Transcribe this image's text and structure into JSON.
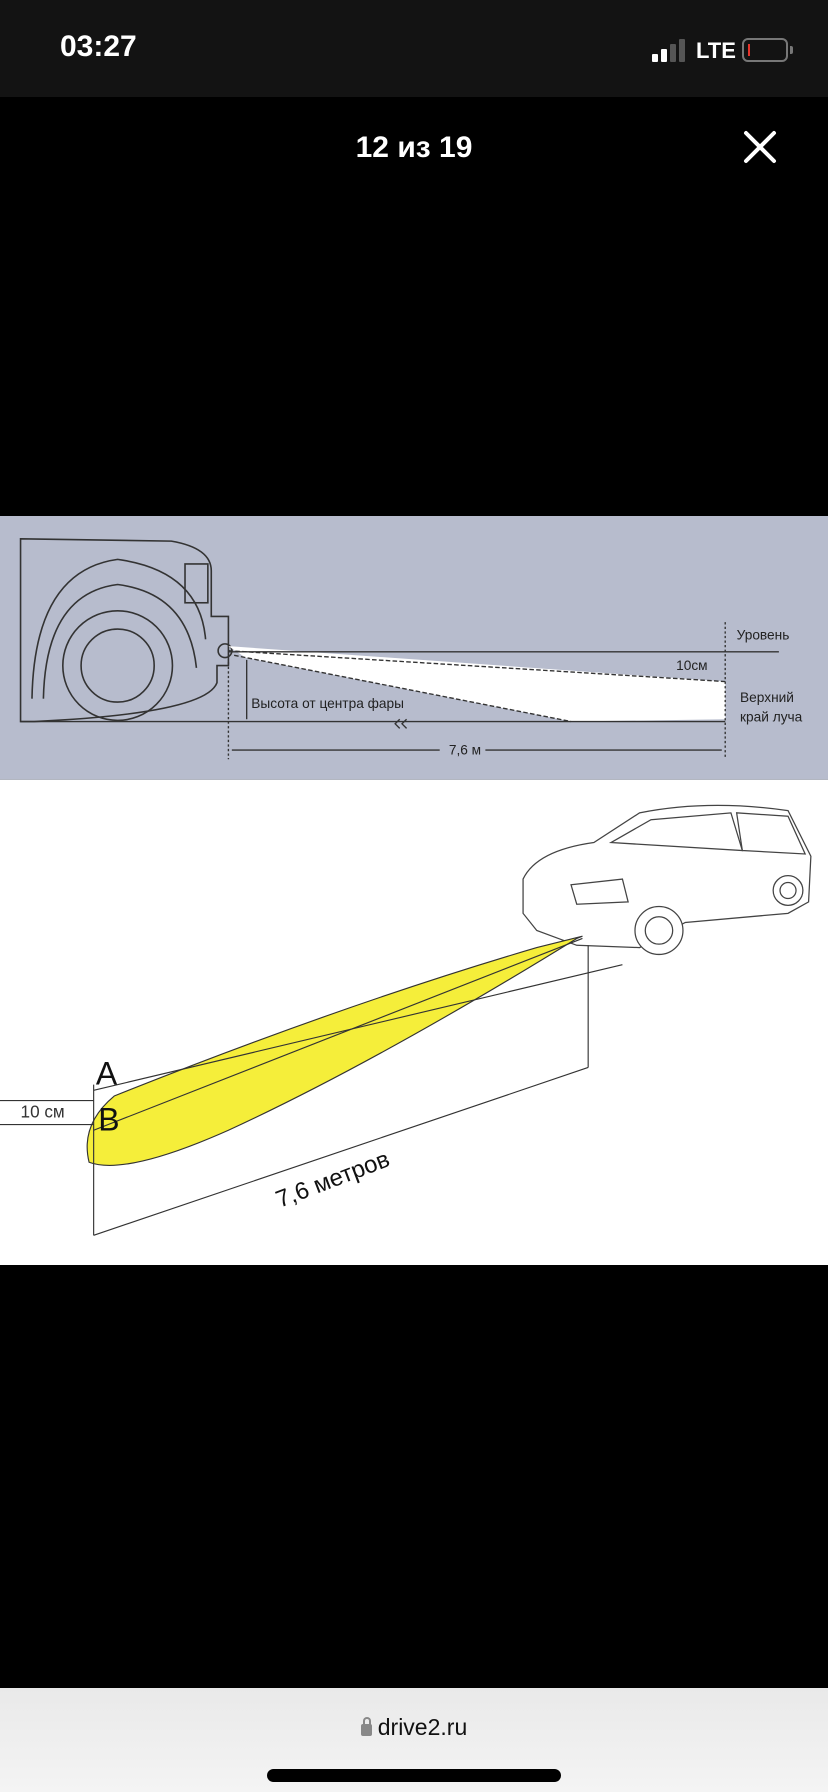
{
  "status_bar": {
    "time": "03:27",
    "network": "LTE",
    "battery_color": "#e5332a"
  },
  "viewer": {
    "counter": "12 из 19",
    "close_icon": "close-icon"
  },
  "image": {
    "top_diagram": {
      "level_label": "Уровень",
      "offset_label": "10см",
      "beam_edge_label_line1": "Верхний",
      "beam_edge_label_line2": "край луча",
      "height_label": "Высота от центра фары",
      "distance_label": "7,6 м",
      "background": "#b7bccd"
    },
    "bottom_diagram": {
      "point_a": "A",
      "point_b": "B",
      "offset_label": "10 см",
      "distance_label": "7,6 метров",
      "beam_color": "#f5ee3a"
    }
  },
  "address_bar": {
    "domain": "drive2.ru"
  }
}
